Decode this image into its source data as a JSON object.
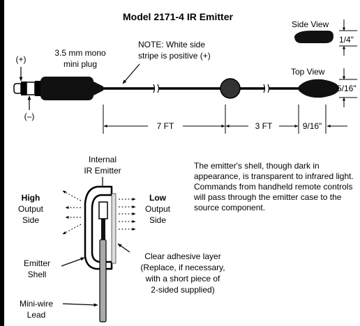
{
  "title": "Model 2171-4 IR Emitter",
  "plug": {
    "line1": "3.5 mm mono",
    "line2": "mini plug",
    "plus": "(+)",
    "minus": "(–)"
  },
  "note": {
    "line1": "NOTE: White side",
    "line2": "stripe is positive (+)"
  },
  "side_view": {
    "label": "Side View",
    "dim": "1/4\""
  },
  "top_view": {
    "label": "Top View",
    "dim": "5/16\""
  },
  "dims": {
    "seg1": "7 FT",
    "seg2": "3 FT",
    "seg3": "9/16\""
  },
  "internal": {
    "line1": "Internal",
    "line2": "IR Emitter"
  },
  "high": {
    "bold": "High",
    "line2": "Output",
    "line3": "Side"
  },
  "low": {
    "bold": "Low",
    "line2": "Output",
    "line3": "Side"
  },
  "description": "The emitter's shell, though dark in appearance, is transparent to infrared light. Commands from handheld remote controls will pass through the emitter case to the source component.",
  "shell": {
    "line1": "Emitter",
    "line2": "Shell"
  },
  "adhesive": {
    "line1": "Clear adhesive layer",
    "line2": "(Replace, if necessary,",
    "line3": "with a short piece of",
    "line4": "2-sided supplied)"
  },
  "lead": {
    "line1": "Mini-wire",
    "line2": "Lead"
  }
}
